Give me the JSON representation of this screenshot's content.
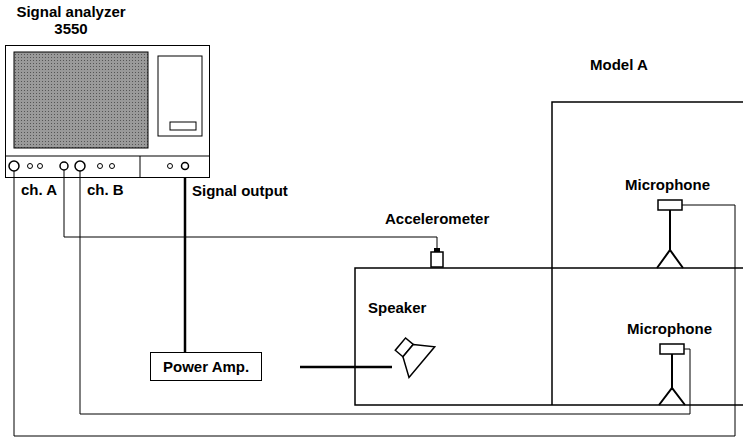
{
  "diagram": {
    "nodes": [
      {
        "text": [
          "Signal analyzer 3550",
          "ch. A",
          "ch. B"
        ]
      },
      {
        "text": [
          "Power Amp."
        ]
      }
    ],
    "edges": [
      {
        "from": 0,
        "to": 1,
        "arrow": "none"
      }
    ],
    "labels": [
      "Signal output",
      "Accelerometer",
      "Model A",
      "Microphone",
      "Microphone",
      "Speaker"
    ]
  }
}
